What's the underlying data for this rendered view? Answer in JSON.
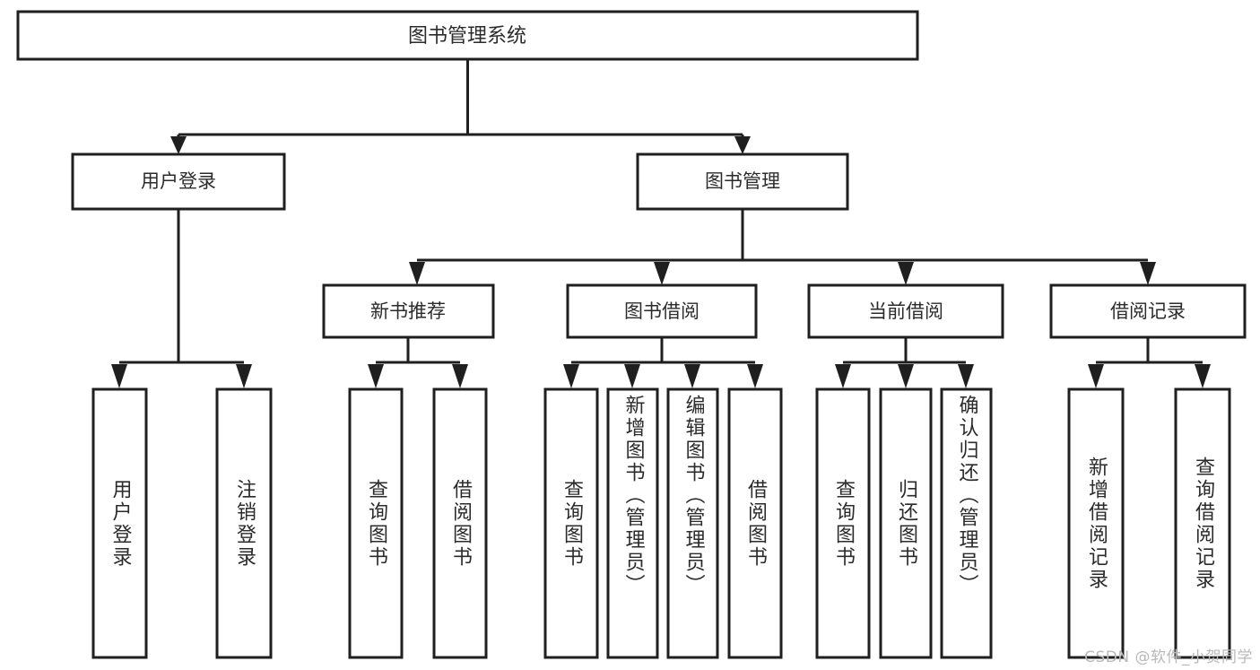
{
  "diagram": {
    "type": "tree",
    "title": "图书管理系统",
    "watermark": "CSDN @软件_小贺同学",
    "colors": {
      "background": "#ffffff",
      "box_fill": "#ffffff",
      "box_stroke": "#1f1f1f",
      "text": "#2b2b2b",
      "watermark": "#b9b9b9"
    },
    "root": {
      "label": "图书管理系统"
    },
    "level1": [
      {
        "label": "用户登录"
      },
      {
        "label": "图书管理"
      }
    ],
    "level2": [
      {
        "label": "新书推荐",
        "parent": "图书管理"
      },
      {
        "label": "图书借阅",
        "parent": "图书管理"
      },
      {
        "label": "当前借阅",
        "parent": "图书管理"
      },
      {
        "label": "借阅记录",
        "parent": "图书管理"
      }
    ],
    "leaves": {
      "用户登录": [
        {
          "label": "用户登录"
        },
        {
          "label": "注销登录"
        }
      ],
      "新书推荐": [
        {
          "label": "查询图书"
        },
        {
          "label": "借阅图书"
        }
      ],
      "图书借阅": [
        {
          "label": "查询图书"
        },
        {
          "label": "新增图书（管理员）"
        },
        {
          "label": "编辑图书（管理员）"
        },
        {
          "label": "借阅图书"
        }
      ],
      "当前借阅": [
        {
          "label": "查询图书"
        },
        {
          "label": "归还图书"
        },
        {
          "label": "确认归还（管理员）"
        }
      ],
      "借阅记录": [
        {
          "label": "新增借阅记录"
        },
        {
          "label": "查询借阅记录"
        }
      ]
    }
  }
}
